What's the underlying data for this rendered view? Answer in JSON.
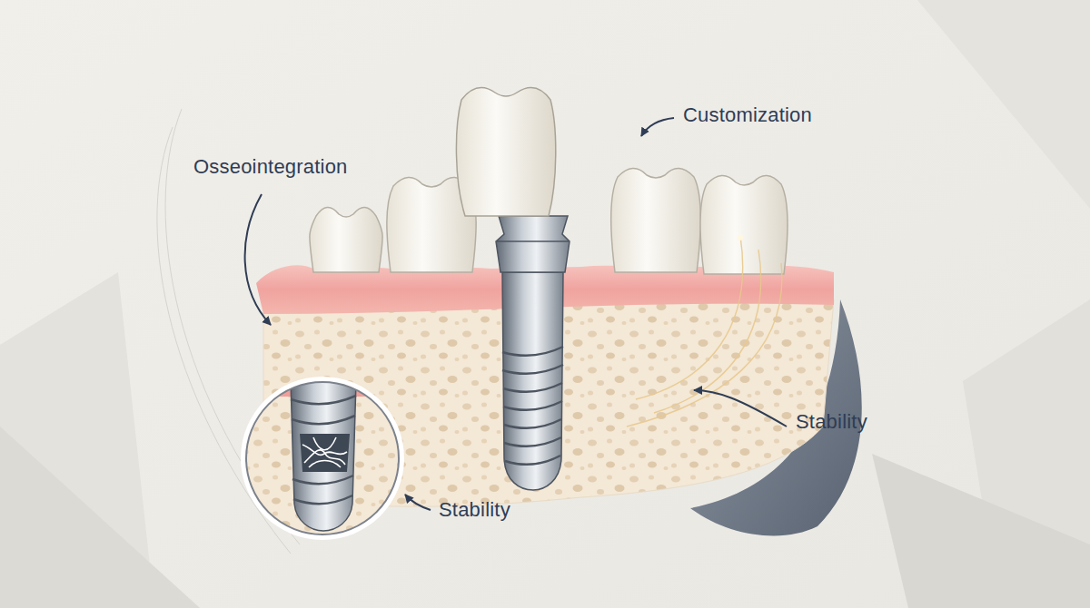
{
  "diagram": {
    "labels": [
      "Customization",
      "Osseointegration",
      "Stability",
      "Stability"
    ]
  }
}
